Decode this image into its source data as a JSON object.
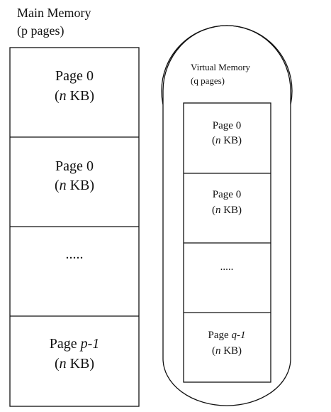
{
  "main_memory": {
    "title_line1": "Main Memory",
    "title_line2": "(p pages)",
    "pages": [
      {
        "label_prefix": "Page ",
        "label_index": "0",
        "size_open": "(",
        "size_var": "n",
        "size_rest": " KB)"
      },
      {
        "label_prefix": "Page ",
        "label_index": "0",
        "size_open": "(",
        "size_var": "n",
        "size_rest": " KB)"
      },
      {
        "ellipsis": "....."
      },
      {
        "label_prefix": "Page ",
        "label_index": "p-1",
        "size_open": "(",
        "size_var": "n",
        "size_rest": " KB)"
      }
    ]
  },
  "virtual_memory": {
    "title_line1": "Virtual Memory",
    "title_line2": "(q pages)",
    "pages": [
      {
        "label_prefix": "Page ",
        "label_index": "0",
        "size_open": "(",
        "size_var": "n",
        "size_rest": " KB)"
      },
      {
        "label_prefix": "Page ",
        "label_index": "0",
        "size_open": "(",
        "size_var": "n",
        "size_rest": " KB)"
      },
      {
        "ellipsis": "....."
      },
      {
        "label_prefix": "Page ",
        "label_index": "q-1",
        "size_open": "(",
        "size_var": "n",
        "size_rest": " KB)"
      }
    ]
  }
}
